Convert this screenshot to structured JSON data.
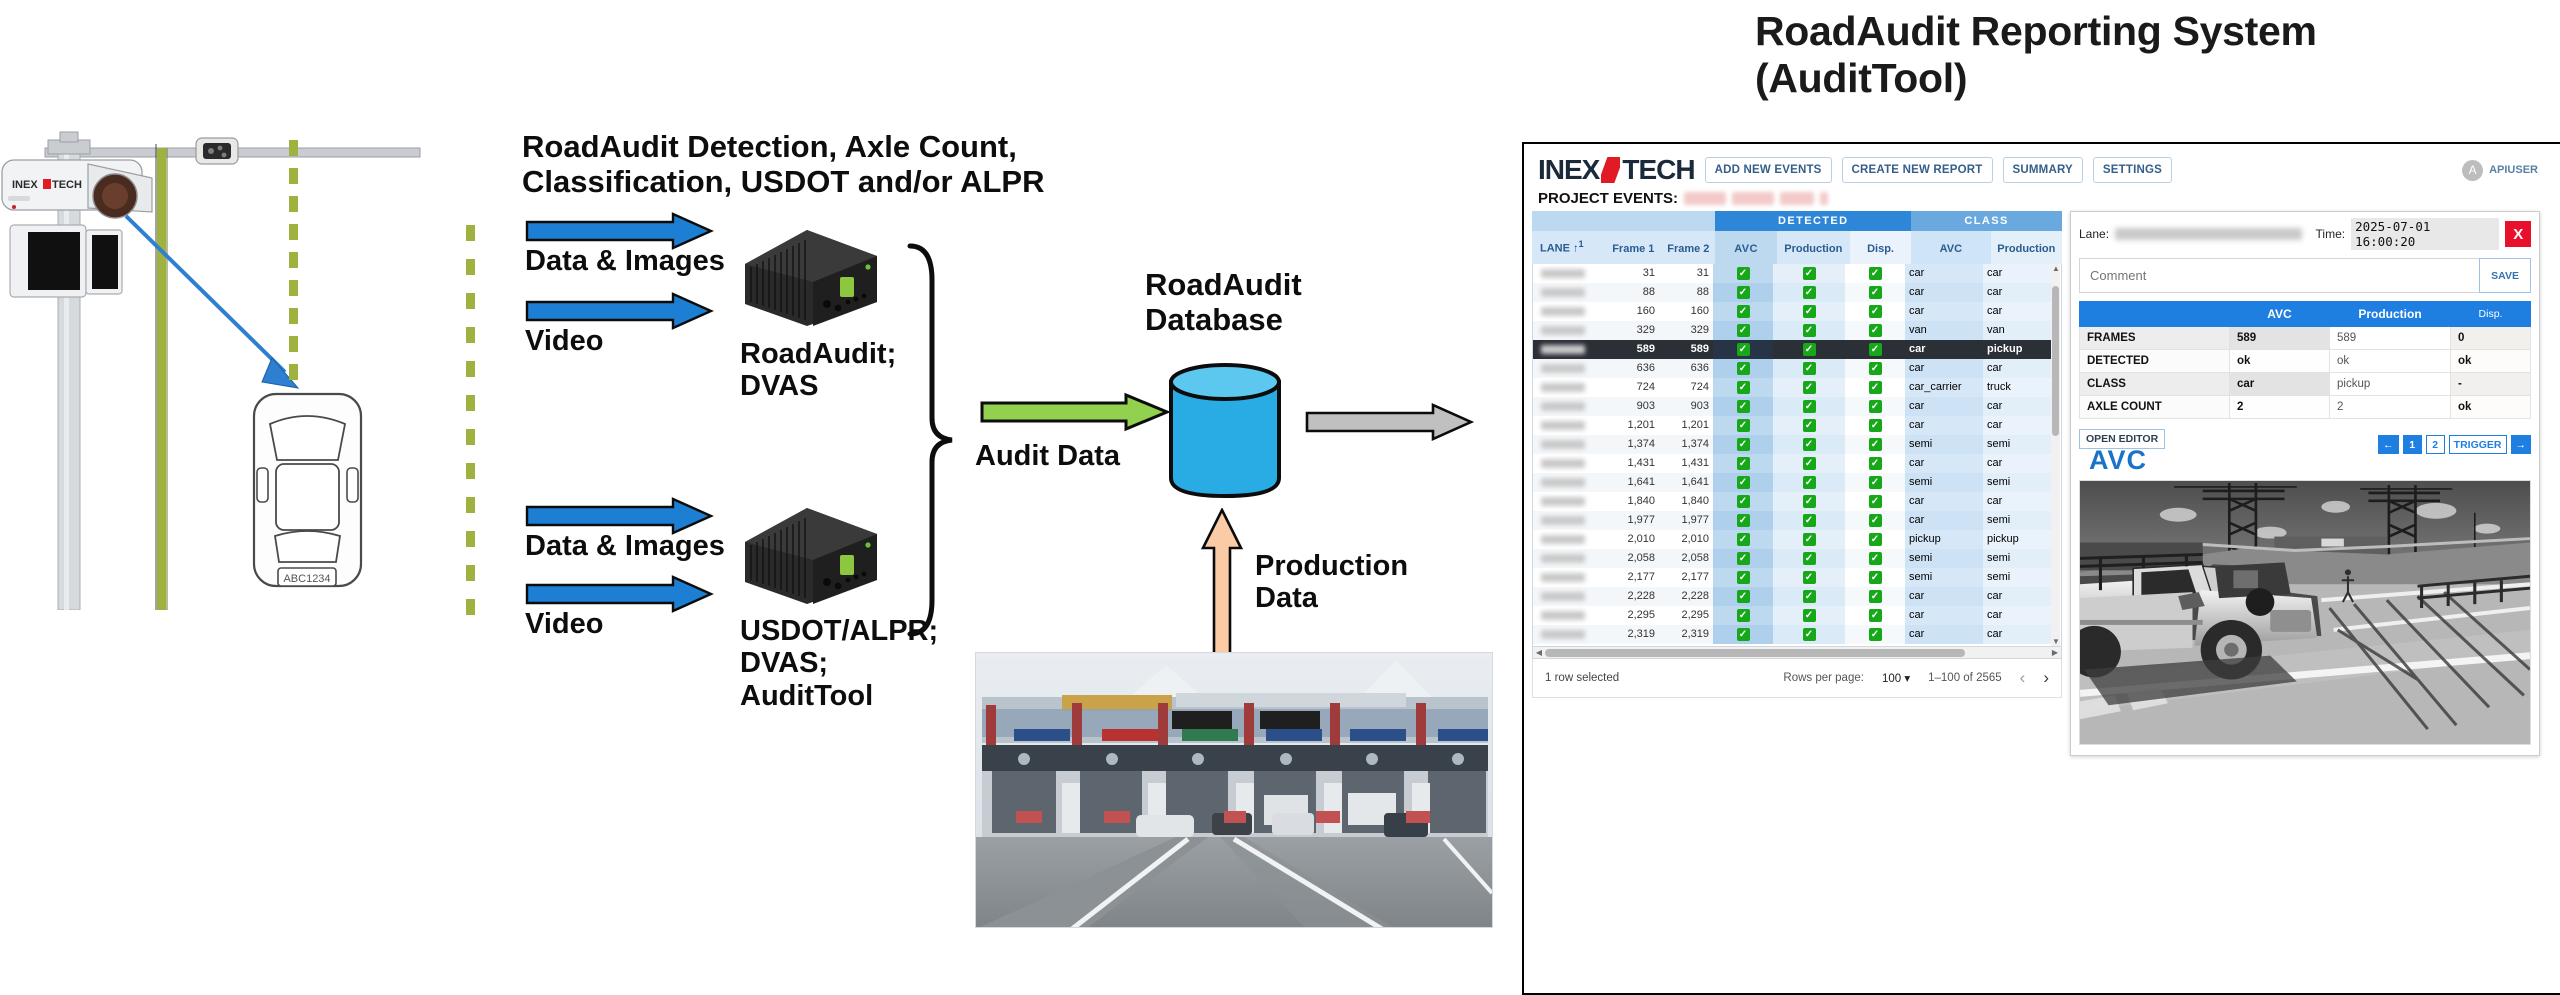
{
  "main_title": "RoadAudit Reporting System (AuditTool)",
  "diagram": {
    "detection_label": "RoadAudit Detection, Axle Count,\nClassification, USDOT and/or ALPR",
    "data_images_1": "Data & Images",
    "video_1": "Video",
    "device_1_label": "RoadAudit;\nDVAS",
    "data_images_2": "Data & Images",
    "video_2": "Video",
    "device_2_label": "USDOT/ALPR;\nDVAS;\nAuditTool",
    "audit_data": "Audit Data",
    "database_label": "RoadAudit\nDatabase",
    "production_data": "Production\nData",
    "camera_brand": "INEX",
    "camera_brand2": "TECH",
    "plate_text": "ABC1234"
  },
  "app": {
    "logo_left": "INEX",
    "logo_right": "TECH",
    "buttons": [
      {
        "label": "ADD NEW EVENTS"
      },
      {
        "label": "CREATE NEW REPORT"
      },
      {
        "label": "SUMMARY"
      },
      {
        "label": "SETTINGS"
      }
    ],
    "user": {
      "initial": "A",
      "name": "APIUSER"
    },
    "project_events_label": "PROJECT EVENTS:",
    "table": {
      "groups": [
        {
          "label": "",
          "span": 3
        },
        {
          "label": "DETECTED",
          "span": 3
        },
        {
          "label": "CLASS",
          "span": 2
        }
      ],
      "columns": [
        "LANE",
        "Frame 1",
        "Frame 2",
        "AVC",
        "Production",
        "Disp.",
        "AVC",
        "Production"
      ],
      "sort_indicator": "↑",
      "sort_index": "1",
      "rows": [
        {
          "lane": "",
          "frame1": "31",
          "frame2": "31",
          "det_avc": true,
          "det_prod": true,
          "det_disp": true,
          "cls_avc": "car",
          "cls_prod": "car",
          "selected": false
        },
        {
          "lane": "",
          "frame1": "88",
          "frame2": "88",
          "det_avc": true,
          "det_prod": true,
          "det_disp": true,
          "cls_avc": "car",
          "cls_prod": "car",
          "selected": false
        },
        {
          "lane": "",
          "frame1": "160",
          "frame2": "160",
          "det_avc": true,
          "det_prod": true,
          "det_disp": true,
          "cls_avc": "car",
          "cls_prod": "car",
          "selected": false
        },
        {
          "lane": "",
          "frame1": "329",
          "frame2": "329",
          "det_avc": true,
          "det_prod": true,
          "det_disp": true,
          "cls_avc": "van",
          "cls_prod": "van",
          "selected": false
        },
        {
          "lane": "",
          "frame1": "589",
          "frame2": "589",
          "det_avc": true,
          "det_prod": true,
          "det_disp": true,
          "cls_avc": "car",
          "cls_prod": "pickup",
          "selected": true
        },
        {
          "lane": "",
          "frame1": "636",
          "frame2": "636",
          "det_avc": true,
          "det_prod": true,
          "det_disp": true,
          "cls_avc": "car",
          "cls_prod": "car",
          "selected": false
        },
        {
          "lane": "",
          "frame1": "724",
          "frame2": "724",
          "det_avc": true,
          "det_prod": true,
          "det_disp": true,
          "cls_avc": "car_carrier",
          "cls_prod": "truck",
          "selected": false
        },
        {
          "lane": "",
          "frame1": "903",
          "frame2": "903",
          "det_avc": true,
          "det_prod": true,
          "det_disp": true,
          "cls_avc": "car",
          "cls_prod": "car",
          "selected": false
        },
        {
          "lane": "",
          "frame1": "1,201",
          "frame2": "1,201",
          "det_avc": true,
          "det_prod": true,
          "det_disp": true,
          "cls_avc": "car",
          "cls_prod": "car",
          "selected": false
        },
        {
          "lane": "",
          "frame1": "1,374",
          "frame2": "1,374",
          "det_avc": true,
          "det_prod": true,
          "det_disp": true,
          "cls_avc": "semi",
          "cls_prod": "semi",
          "selected": false
        },
        {
          "lane": "",
          "frame1": "1,431",
          "frame2": "1,431",
          "det_avc": true,
          "det_prod": true,
          "det_disp": true,
          "cls_avc": "car",
          "cls_prod": "car",
          "selected": false
        },
        {
          "lane": "",
          "frame1": "1,641",
          "frame2": "1,641",
          "det_avc": true,
          "det_prod": true,
          "det_disp": true,
          "cls_avc": "semi",
          "cls_prod": "semi",
          "selected": false
        },
        {
          "lane": "",
          "frame1": "1,840",
          "frame2": "1,840",
          "det_avc": true,
          "det_prod": true,
          "det_disp": true,
          "cls_avc": "car",
          "cls_prod": "car",
          "selected": false
        },
        {
          "lane": "",
          "frame1": "1,977",
          "frame2": "1,977",
          "det_avc": true,
          "det_prod": true,
          "det_disp": true,
          "cls_avc": "car",
          "cls_prod": "semi",
          "selected": false
        },
        {
          "lane": "",
          "frame1": "2,010",
          "frame2": "2,010",
          "det_avc": true,
          "det_prod": true,
          "det_disp": true,
          "cls_avc": "pickup",
          "cls_prod": "pickup",
          "selected": false
        },
        {
          "lane": "",
          "frame1": "2,058",
          "frame2": "2,058",
          "det_avc": true,
          "det_prod": true,
          "det_disp": true,
          "cls_avc": "semi",
          "cls_prod": "semi",
          "selected": false
        },
        {
          "lane": "",
          "frame1": "2,177",
          "frame2": "2,177",
          "det_avc": true,
          "det_prod": true,
          "det_disp": true,
          "cls_avc": "semi",
          "cls_prod": "semi",
          "selected": false
        },
        {
          "lane": "",
          "frame1": "2,228",
          "frame2": "2,228",
          "det_avc": true,
          "det_prod": true,
          "det_disp": true,
          "cls_avc": "car",
          "cls_prod": "car",
          "selected": false
        },
        {
          "lane": "",
          "frame1": "2,295",
          "frame2": "2,295",
          "det_avc": true,
          "det_prod": true,
          "det_disp": true,
          "cls_avc": "car",
          "cls_prod": "car",
          "selected": false
        },
        {
          "lane": "",
          "frame1": "2,319",
          "frame2": "2,319",
          "det_avc": true,
          "det_prod": true,
          "det_disp": true,
          "cls_avc": "car",
          "cls_prod": "car",
          "selected": false
        }
      ]
    },
    "footer": {
      "selection": "1 row selected",
      "rows_per_page_label": "Rows per page:",
      "rows_per_page_value": "100",
      "range": "1–100 of 2565",
      "prev_icon": "‹",
      "next_icon": "›"
    },
    "detail": {
      "lane_label": "Lane:",
      "lane_value": "",
      "time_label": "Time:",
      "time_value": "2025-07-01  16:00:20",
      "close_label": "X",
      "comment_placeholder": "Comment",
      "comment_value": "",
      "save_label": "SAVE",
      "table": {
        "headers": [
          "",
          "AVC",
          "Production",
          "Disp."
        ],
        "rows": [
          {
            "key": "FRAMES",
            "avc": "589",
            "production": "589",
            "disp": "0"
          },
          {
            "key": "DETECTED",
            "avc": "ok",
            "production": "ok",
            "disp": "ok"
          },
          {
            "key": "CLASS",
            "avc": "car",
            "production": "pickup",
            "disp": "-"
          },
          {
            "key": "AXLE COUNT",
            "avc": "2",
            "production": "2",
            "disp": "ok"
          }
        ]
      },
      "open_editor_label": "OPEN EDITOR",
      "image_title": "AVC",
      "pager": [
        {
          "label": "←",
          "style": "filled"
        },
        {
          "label": "1",
          "style": "filled"
        },
        {
          "label": "2",
          "style": "outline"
        },
        {
          "label": "TRIGGER",
          "style": "outline"
        },
        {
          "label": "→",
          "style": "filled"
        }
      ]
    }
  },
  "colors": {
    "brand_red": "#e01b24",
    "header_blue": "#2e86d8",
    "check_green": "#17a81a",
    "close_red": "#e8112d",
    "selected_row": "#2b2f36",
    "arrow_blue": "#1c7fd4",
    "arrow_green": "#92d050",
    "arrow_peach": "#fbcba6",
    "arrow_gray": "#c0c0c0",
    "db_cyan": "#29ace3"
  }
}
